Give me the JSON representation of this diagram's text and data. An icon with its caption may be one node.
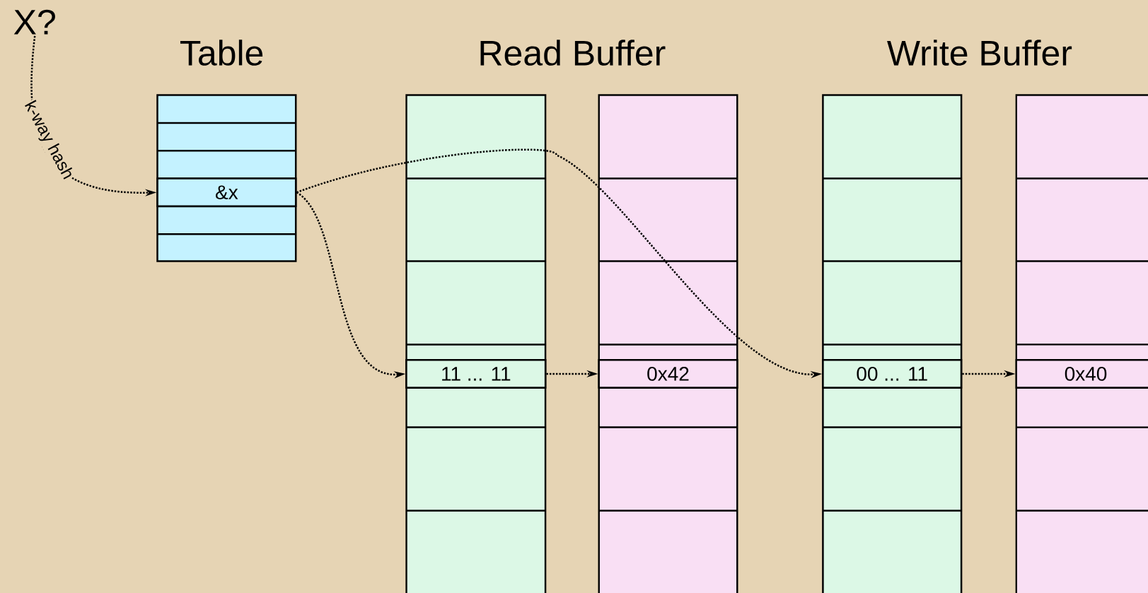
{
  "diagram": {
    "nodes": [
      {
        "text": [
          "X?"
        ]
      },
      {
        "text": [
          "&x"
        ]
      },
      {
        "text": [
          "11 ... 11"
        ]
      },
      {
        "text": [
          "0x42"
        ]
      },
      {
        "text": [
          "00 ... 11"
        ]
      },
      {
        "text": [
          "0x40"
        ]
      }
    ],
    "edges": [
      {
        "from": 0,
        "to": 1,
        "arrow": "to",
        "label": "k-way hash"
      },
      {
        "from": 1,
        "to": 2,
        "arrow": "to"
      },
      {
        "from": 2,
        "to": 3,
        "arrow": "to"
      },
      {
        "from": 1,
        "to": 4,
        "arrow": "to"
      },
      {
        "from": 4,
        "to": 5,
        "arrow": "to"
      }
    ],
    "labels": [
      "Table",
      "Read Buffer",
      "Write Buffer"
    ]
  }
}
